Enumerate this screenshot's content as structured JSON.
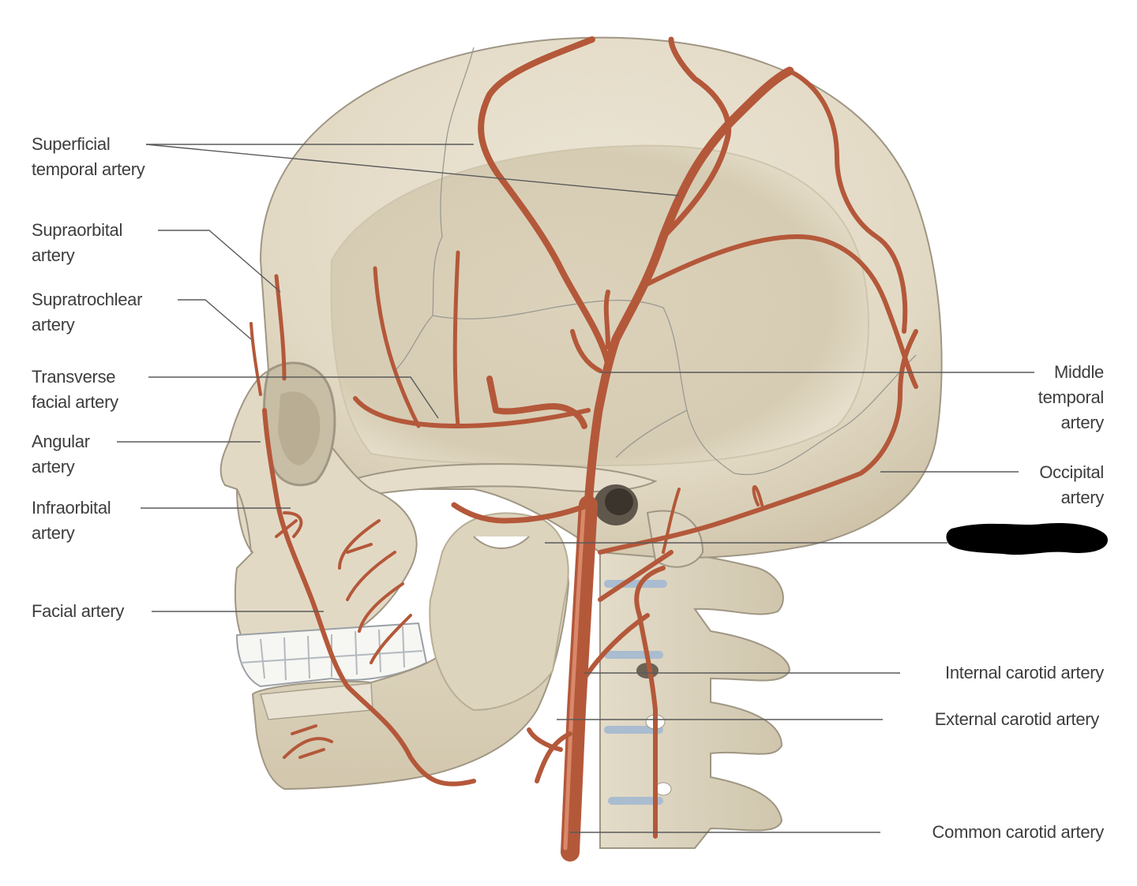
{
  "labels": {
    "superficial_temporal": [
      "Superficial",
      "temporal artery"
    ],
    "supraorbital": [
      "Supraorbital",
      "artery"
    ],
    "supratrochlear": [
      "Supratrochlear",
      "artery"
    ],
    "transverse_facial": [
      "Transverse",
      "facial artery"
    ],
    "angular": [
      "Angular",
      "artery"
    ],
    "infraorbital": [
      "Infraorbital",
      "artery"
    ],
    "facial": [
      "Facial artery"
    ],
    "middle_temporal": [
      "Middle",
      "temporal",
      "artery"
    ],
    "occipital": [
      "Occipital",
      "artery"
    ],
    "internal_carotid": [
      "Internal carotid artery"
    ],
    "external_carotid": [
      "External carotid artery"
    ],
    "common_carotid": [
      "Common carotid artery"
    ]
  },
  "colors": {
    "bone": "#e4dcc8",
    "bone_shadow": "#cfc5ad",
    "artery": "#b4583a",
    "redaction": "#000000"
  }
}
